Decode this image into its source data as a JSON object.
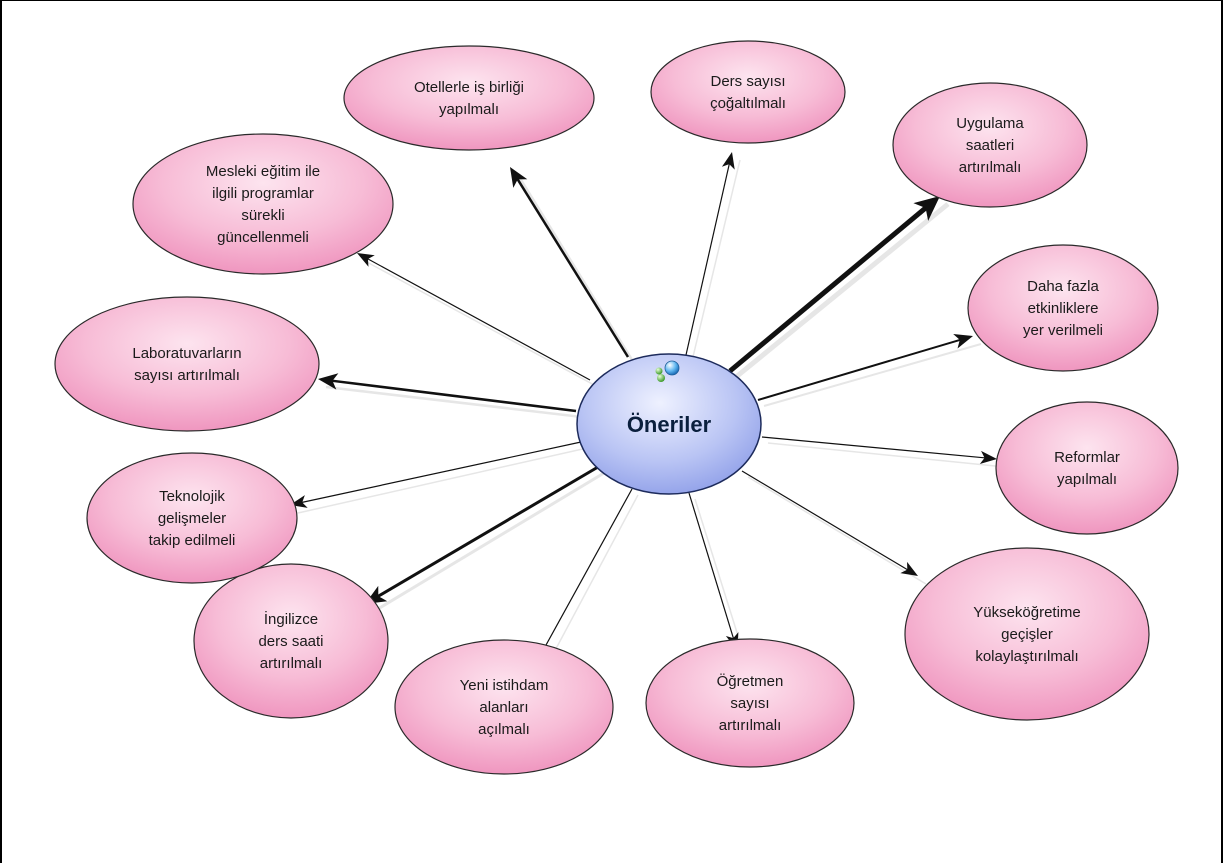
{
  "diagram": {
    "center": {
      "label": "Öneriler",
      "icon": "concept-map-icon"
    },
    "nodes": [
      {
        "id": "otellerle",
        "lines": [
          "Otellerle iş birliği",
          "yapılmalı"
        ]
      },
      {
        "id": "ders-sayisi",
        "lines": [
          "Ders sayısı",
          "çoğaltılmalı"
        ]
      },
      {
        "id": "uygulama",
        "lines": [
          "Uygulama",
          "saatleri",
          "artırılmalı"
        ]
      },
      {
        "id": "daha-fazla",
        "lines": [
          "Daha fazla",
          "etkinliklere",
          "yer verilmeli"
        ]
      },
      {
        "id": "reformlar",
        "lines": [
          "Reformlar",
          "yapılmalı"
        ]
      },
      {
        "id": "yuksekogretim",
        "lines": [
          "Yükseköğretime",
          "geçişler",
          "kolaylaştırılmalı"
        ]
      },
      {
        "id": "ogretmen",
        "lines": [
          "Öğretmen",
          "sayısı",
          "artırılmalı"
        ]
      },
      {
        "id": "yeni-istihdam",
        "lines": [
          "Yeni istihdam",
          "alanları",
          "açılmalı"
        ]
      },
      {
        "id": "ingilizce",
        "lines": [
          "İngilizce",
          "ders saati",
          "artırılmalı"
        ]
      },
      {
        "id": "teknolojik",
        "lines": [
          "Teknolojik",
          "gelişmeler",
          "takip edilmeli"
        ]
      },
      {
        "id": "laboratuvar",
        "lines": [
          "Laboratuvarların",
          "sayısı artırılmalı"
        ]
      },
      {
        "id": "mesleki",
        "lines": [
          "Mesleki eğitim ile",
          "ilgili programlar",
          "sürekli",
          "güncellenmeli"
        ]
      }
    ]
  }
}
